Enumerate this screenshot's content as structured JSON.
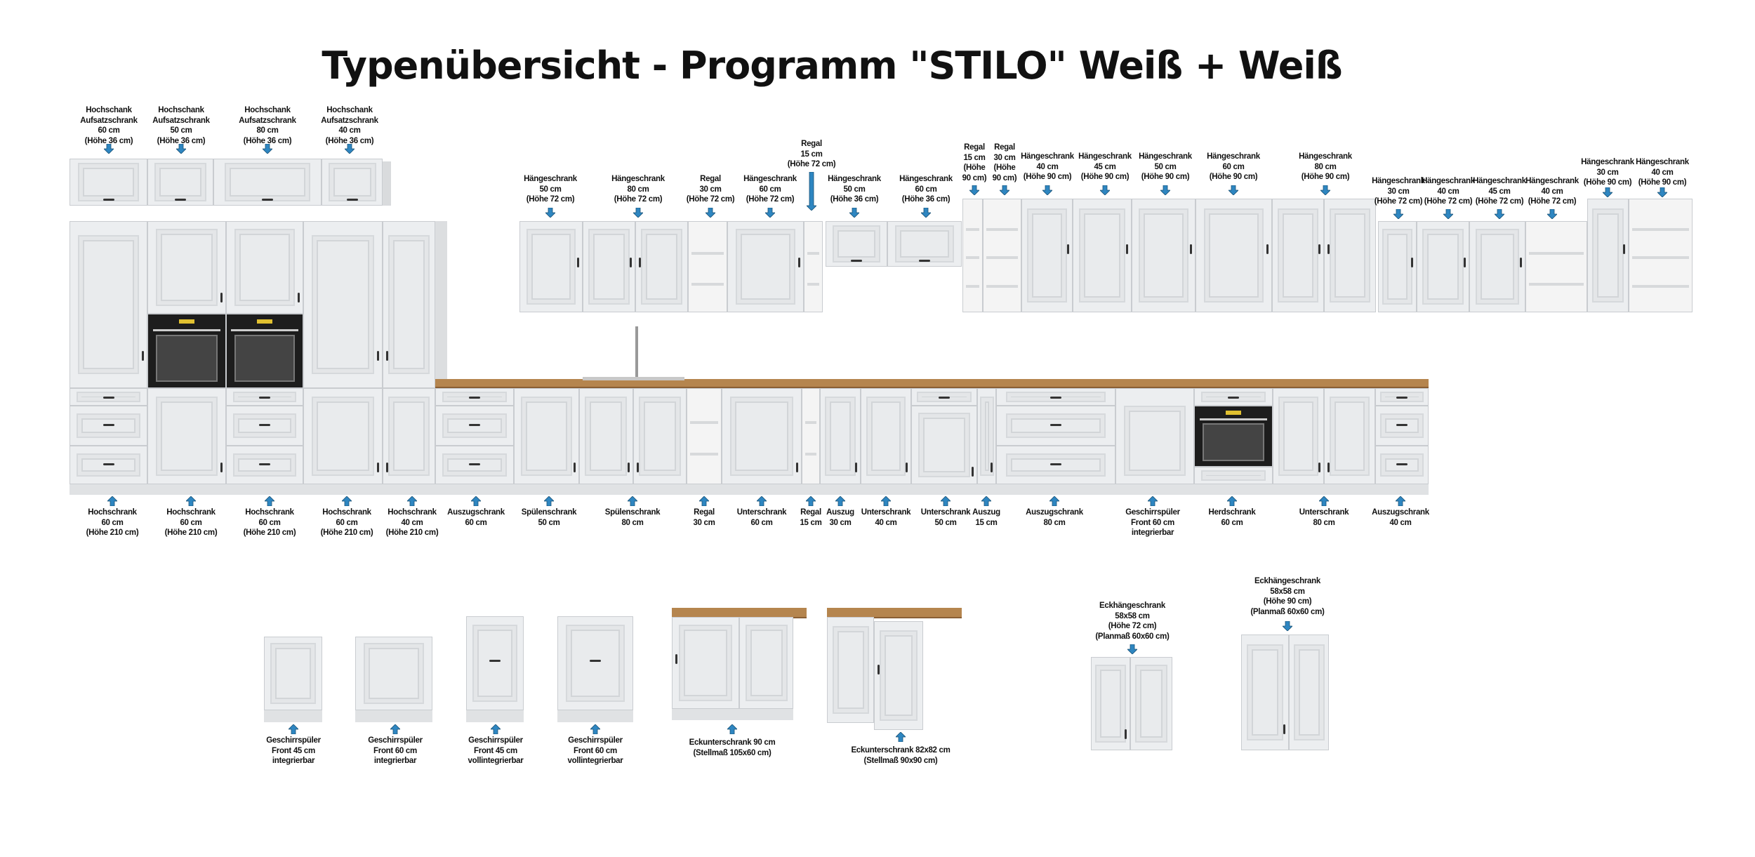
{
  "title": "Typenübersicht - Programm \"STILO\" Weiß + Weiß",
  "colors": {
    "arrow": "#2e86c1",
    "front": "#eceef0",
    "worktop": "#b5854e",
    "oven": "#1d1d1d"
  },
  "icons": {
    "arrow_down": "arrow-down-icon",
    "arrow_up": "arrow-up-icon"
  },
  "top_labels": [
    "Hochschank\nAufsatzschrank\n60 cm\n(Höhe 36 cm)",
    "Hochschank\nAufsatzschrank\n50 cm\n(Höhe 36 cm)",
    "Hochschank\nAufsatzschrank\n80 cm\n(Höhe 36 cm)",
    "Hochschank\nAufsatzschrank\n40 cm\n(Höhe 36 cm)",
    "Hängeschrank\n50 cm\n(Höhe 72 cm)",
    "Hängeschrank\n80 cm\n(Höhe 72 cm)",
    "Regal\n30 cm\n(Höhe 72 cm)",
    "Hängeschrank\n60 cm\n(Höhe 72 cm)",
    "Regal\n15 cm\n(Höhe 72 cm)",
    "Hängeschrank\n50 cm\n(Höhe 36 cm)",
    "Hängeschrank\n60 cm\n(Höhe 36 cm)",
    "Regal\n15 cm\n(Höhe\n90 cm)",
    "Regal\n30 cm\n(Höhe\n90 cm)",
    "Hängeschrank\n40 cm\n(Höhe 90 cm)",
    "Hängeschrank\n45 cm\n(Höhe 90 cm)",
    "Hängeschrank\n50 cm\n(Höhe 90 cm)",
    "Hängeschrank\n60 cm\n(Höhe 90 cm)",
    "Hängeschrank\n80 cm\n(Höhe 90 cm)",
    "Hängeschrank\n30 cm\n(Höhe 72 cm)",
    "Hängeschrank\n40 cm\n(Höhe 72 cm)",
    "Hängeschrank\n45 cm\n(Höhe 72 cm)",
    "Hängeschrank\n40 cm\n(Höhe 72 cm)",
    "Hängeschrank\n30 cm\n(Höhe 90 cm)",
    "Hängeschrank\n40 cm\n(Höhe 90 cm)"
  ],
  "bottom_labels": [
    "Hochschrank\n60 cm\n(Höhe 210 cm)",
    "Hochschrank\n60 cm\n(Höhe 210 cm)",
    "Hochschrank\n60 cm\n(Höhe 210 cm)",
    "Hochschrank\n60 cm\n(Höhe 210 cm)",
    "Hochschrank\n40 cm\n(Höhe 210 cm)",
    "Auszugschrank\n60 cm",
    "Spülenschrank\n50 cm",
    "Spülenschrank\n80 cm",
    "Regal\n30 cm",
    "Unterschrank\n60 cm",
    "Regal\n15 cm",
    "Auszug\n30 cm",
    "Unterschrank\n40 cm",
    "Unterschrank\n50 cm",
    "Auszug\n15 cm",
    "Auszugschrank\n80 cm",
    "Geschirrspüler\nFront 60 cm\nintegrierbar",
    "Herdschrank\n60 cm",
    "Unterschrank\n80 cm",
    "Auszugschrank\n40 cm"
  ],
  "extra_labels": [
    "Geschirrspüler\nFront 45 cm\nintegrierbar",
    "Geschirrspüler\nFront 60 cm\nintegrierbar",
    "Geschirrspüler\nFront 45 cm\nvollintegrierbar",
    "Geschirrspüler\nFront 60 cm\nvollintegrierbar",
    "Eckunterschrank 90 cm\n(Stellmaß 105x60 cm)",
    "Eckunterschrank 82x82 cm\n(Stellmaß 90x90 cm)",
    "Eckhängeschrank\n58x58 cm\n(Höhe 72 cm)\n(Planmaß 60x60 cm)",
    "Eckhängeschrank\n58x58 cm\n(Höhe 90 cm)\n(Planmaß 60x60 cm)"
  ]
}
